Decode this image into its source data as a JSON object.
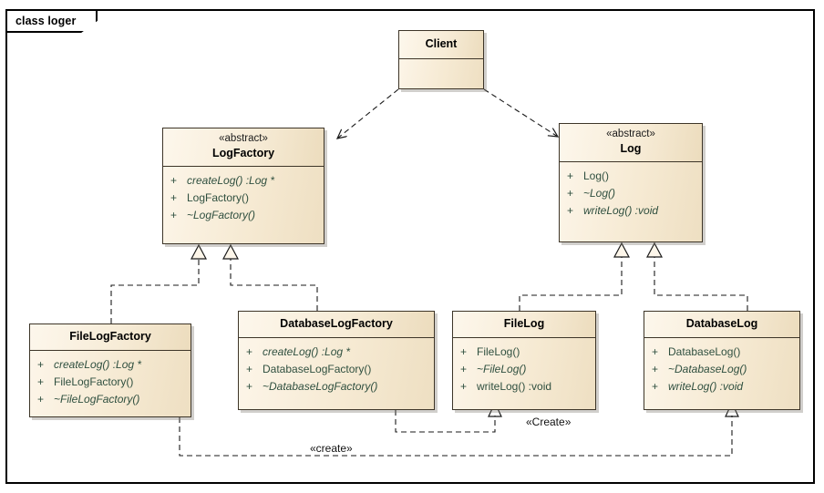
{
  "diagram": {
    "frame_label": "class loger",
    "kind": "uml-class-diagram",
    "colors": {
      "class_fill": "#f6ead3",
      "class_border": "#3d3528",
      "member_text": "#2f4f3f",
      "frame_border": "#000000",
      "connector": "#000000"
    }
  },
  "classes": [
    {
      "id": "client",
      "name": "Client",
      "stereotype": "",
      "members": []
    },
    {
      "id": "logfactory",
      "name": "LogFactory",
      "stereotype": "«abstract»",
      "members": [
        {
          "visibility": "+",
          "signature": "createLog() :Log *",
          "abstract": true
        },
        {
          "visibility": "+",
          "signature": "LogFactory()",
          "abstract": false
        },
        {
          "visibility": "+",
          "signature": "~LogFactory()",
          "abstract": true
        }
      ]
    },
    {
      "id": "log",
      "name": "Log",
      "stereotype": "«abstract»",
      "members": [
        {
          "visibility": "+",
          "signature": "Log()",
          "abstract": false
        },
        {
          "visibility": "+",
          "signature": "~Log()",
          "abstract": true
        },
        {
          "visibility": "+",
          "signature": "writeLog() :void",
          "abstract": true
        }
      ]
    },
    {
      "id": "filelogfactory",
      "name": "FileLogFactory",
      "stereotype": "",
      "members": [
        {
          "visibility": "+",
          "signature": "createLog() :Log *",
          "abstract": true
        },
        {
          "visibility": "+",
          "signature": "FileLogFactory()",
          "abstract": false
        },
        {
          "visibility": "+",
          "signature": "~FileLogFactory()",
          "abstract": true
        }
      ]
    },
    {
      "id": "databaselogfactory",
      "name": "DatabaseLogFactory",
      "stereotype": "",
      "members": [
        {
          "visibility": "+",
          "signature": "createLog() :Log *",
          "abstract": true
        },
        {
          "visibility": "+",
          "signature": "DatabaseLogFactory()",
          "abstract": false
        },
        {
          "visibility": "+",
          "signature": "~DatabaseLogFactory()",
          "abstract": true
        }
      ]
    },
    {
      "id": "filelog",
      "name": "FileLog",
      "stereotype": "",
      "members": [
        {
          "visibility": "+",
          "signature": "FileLog()",
          "abstract": false
        },
        {
          "visibility": "+",
          "signature": "~FileLog()",
          "abstract": true
        },
        {
          "visibility": "+",
          "signature": "writeLog() :void",
          "abstract": false
        }
      ]
    },
    {
      "id": "databaselog",
      "name": "DatabaseLog",
      "stereotype": "",
      "members": [
        {
          "visibility": "+",
          "signature": "DatabaseLog()",
          "abstract": false
        },
        {
          "visibility": "+",
          "signature": "~DatabaseLog()",
          "abstract": true
        },
        {
          "visibility": "+",
          "signature": "writeLog() :void",
          "abstract": true
        }
      ]
    }
  ],
  "relations": [
    {
      "id": "dep-client-logfactory",
      "from": "client",
      "to": "logfactory",
      "type": "dependency",
      "label": ""
    },
    {
      "id": "dep-client-log",
      "from": "client",
      "to": "log",
      "type": "dependency",
      "label": ""
    },
    {
      "id": "gen-filelogfactory",
      "from": "filelogfactory",
      "to": "logfactory",
      "type": "realization",
      "label": ""
    },
    {
      "id": "gen-databaselogfactory",
      "from": "databaselogfactory",
      "to": "logfactory",
      "type": "realization",
      "label": ""
    },
    {
      "id": "gen-filelog",
      "from": "filelog",
      "to": "log",
      "type": "realization",
      "label": ""
    },
    {
      "id": "gen-databaselog",
      "from": "databaselog",
      "to": "log",
      "type": "realization",
      "label": ""
    },
    {
      "id": "create-filelog",
      "from": "filelogfactory",
      "to": "filelog",
      "type": "dependency",
      "label": "«create»"
    },
    {
      "id": "create-databaselog",
      "from": "databaselogfactory",
      "to": "databaselog",
      "type": "dependency",
      "label": "«Create»"
    }
  ],
  "edge_labels": {
    "create_lower": "«create»",
    "create_upper": "«Create»"
  }
}
